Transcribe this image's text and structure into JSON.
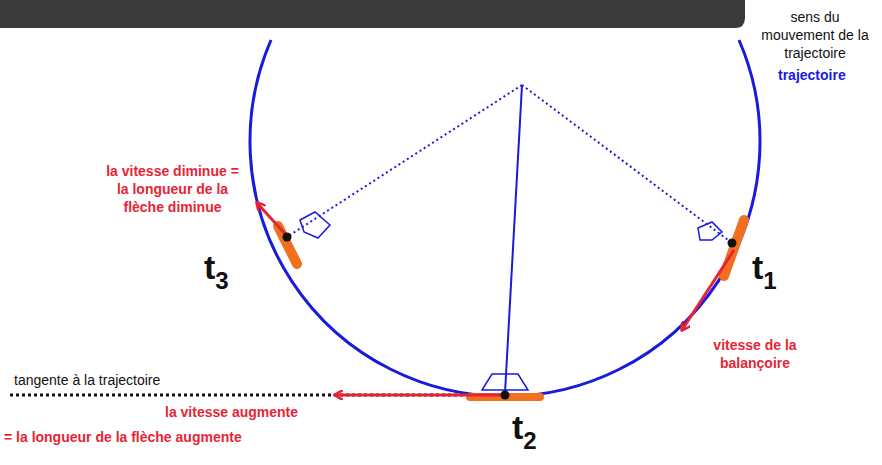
{
  "diagram": {
    "labels": [
      "sens du mouvement de la trajectoire",
      "trajectoire",
      "vitesse de la balançoire",
      "la vitesse diminue = la longueur de la flèche diminue",
      "t3",
      "t1",
      "t2",
      "tangente à la trajectoire",
      "la vitesse augmente",
      "= la longueur de la flèche augmente"
    ]
  }
}
